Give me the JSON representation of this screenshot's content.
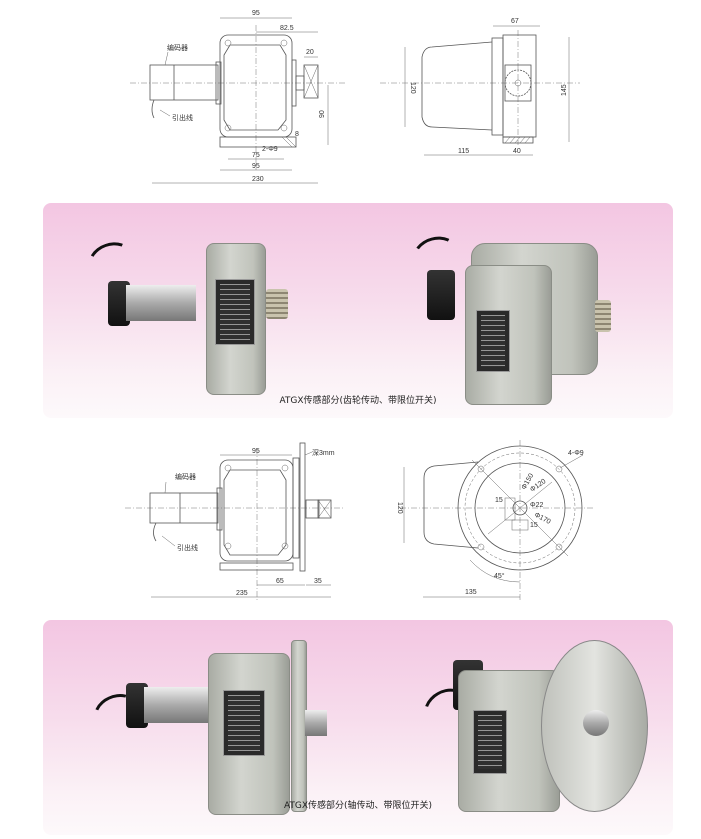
{
  "drawing1": {
    "labels": {
      "encoder": "编码器",
      "lead_wire": "引出线"
    },
    "dims": {
      "d95_top": "95",
      "d82_5": "82.5",
      "d20": "20",
      "d90": "90",
      "d8": "8",
      "holes": "2-Φ9",
      "d75": "75",
      "d95_bottom": "95",
      "d230": "230",
      "d67": "67",
      "d120": "120",
      "d145": "145",
      "d115": "115",
      "d40": "40"
    }
  },
  "panel1": {
    "caption": "ATGX传感部分(齿轮传动、带限位开关)",
    "background_top": "#f3c6e2"
  },
  "drawing2": {
    "labels": {
      "encoder": "编码器",
      "lead_wire": "引出线",
      "depth": "深3mm"
    },
    "dims": {
      "d95": "95",
      "d65": "65",
      "d35": "35",
      "d235": "235",
      "d120": "120",
      "d135": "135",
      "angle": "45°",
      "holes": "4-Φ9",
      "phi150": "Φ150",
      "phi120": "Φ120",
      "phi22": "Φ22",
      "phi170": "Φ170",
      "d15a": "15",
      "d15b": "15"
    }
  },
  "panel2": {
    "caption": "ATGX传感部分(轴传动、带限位开关)"
  }
}
